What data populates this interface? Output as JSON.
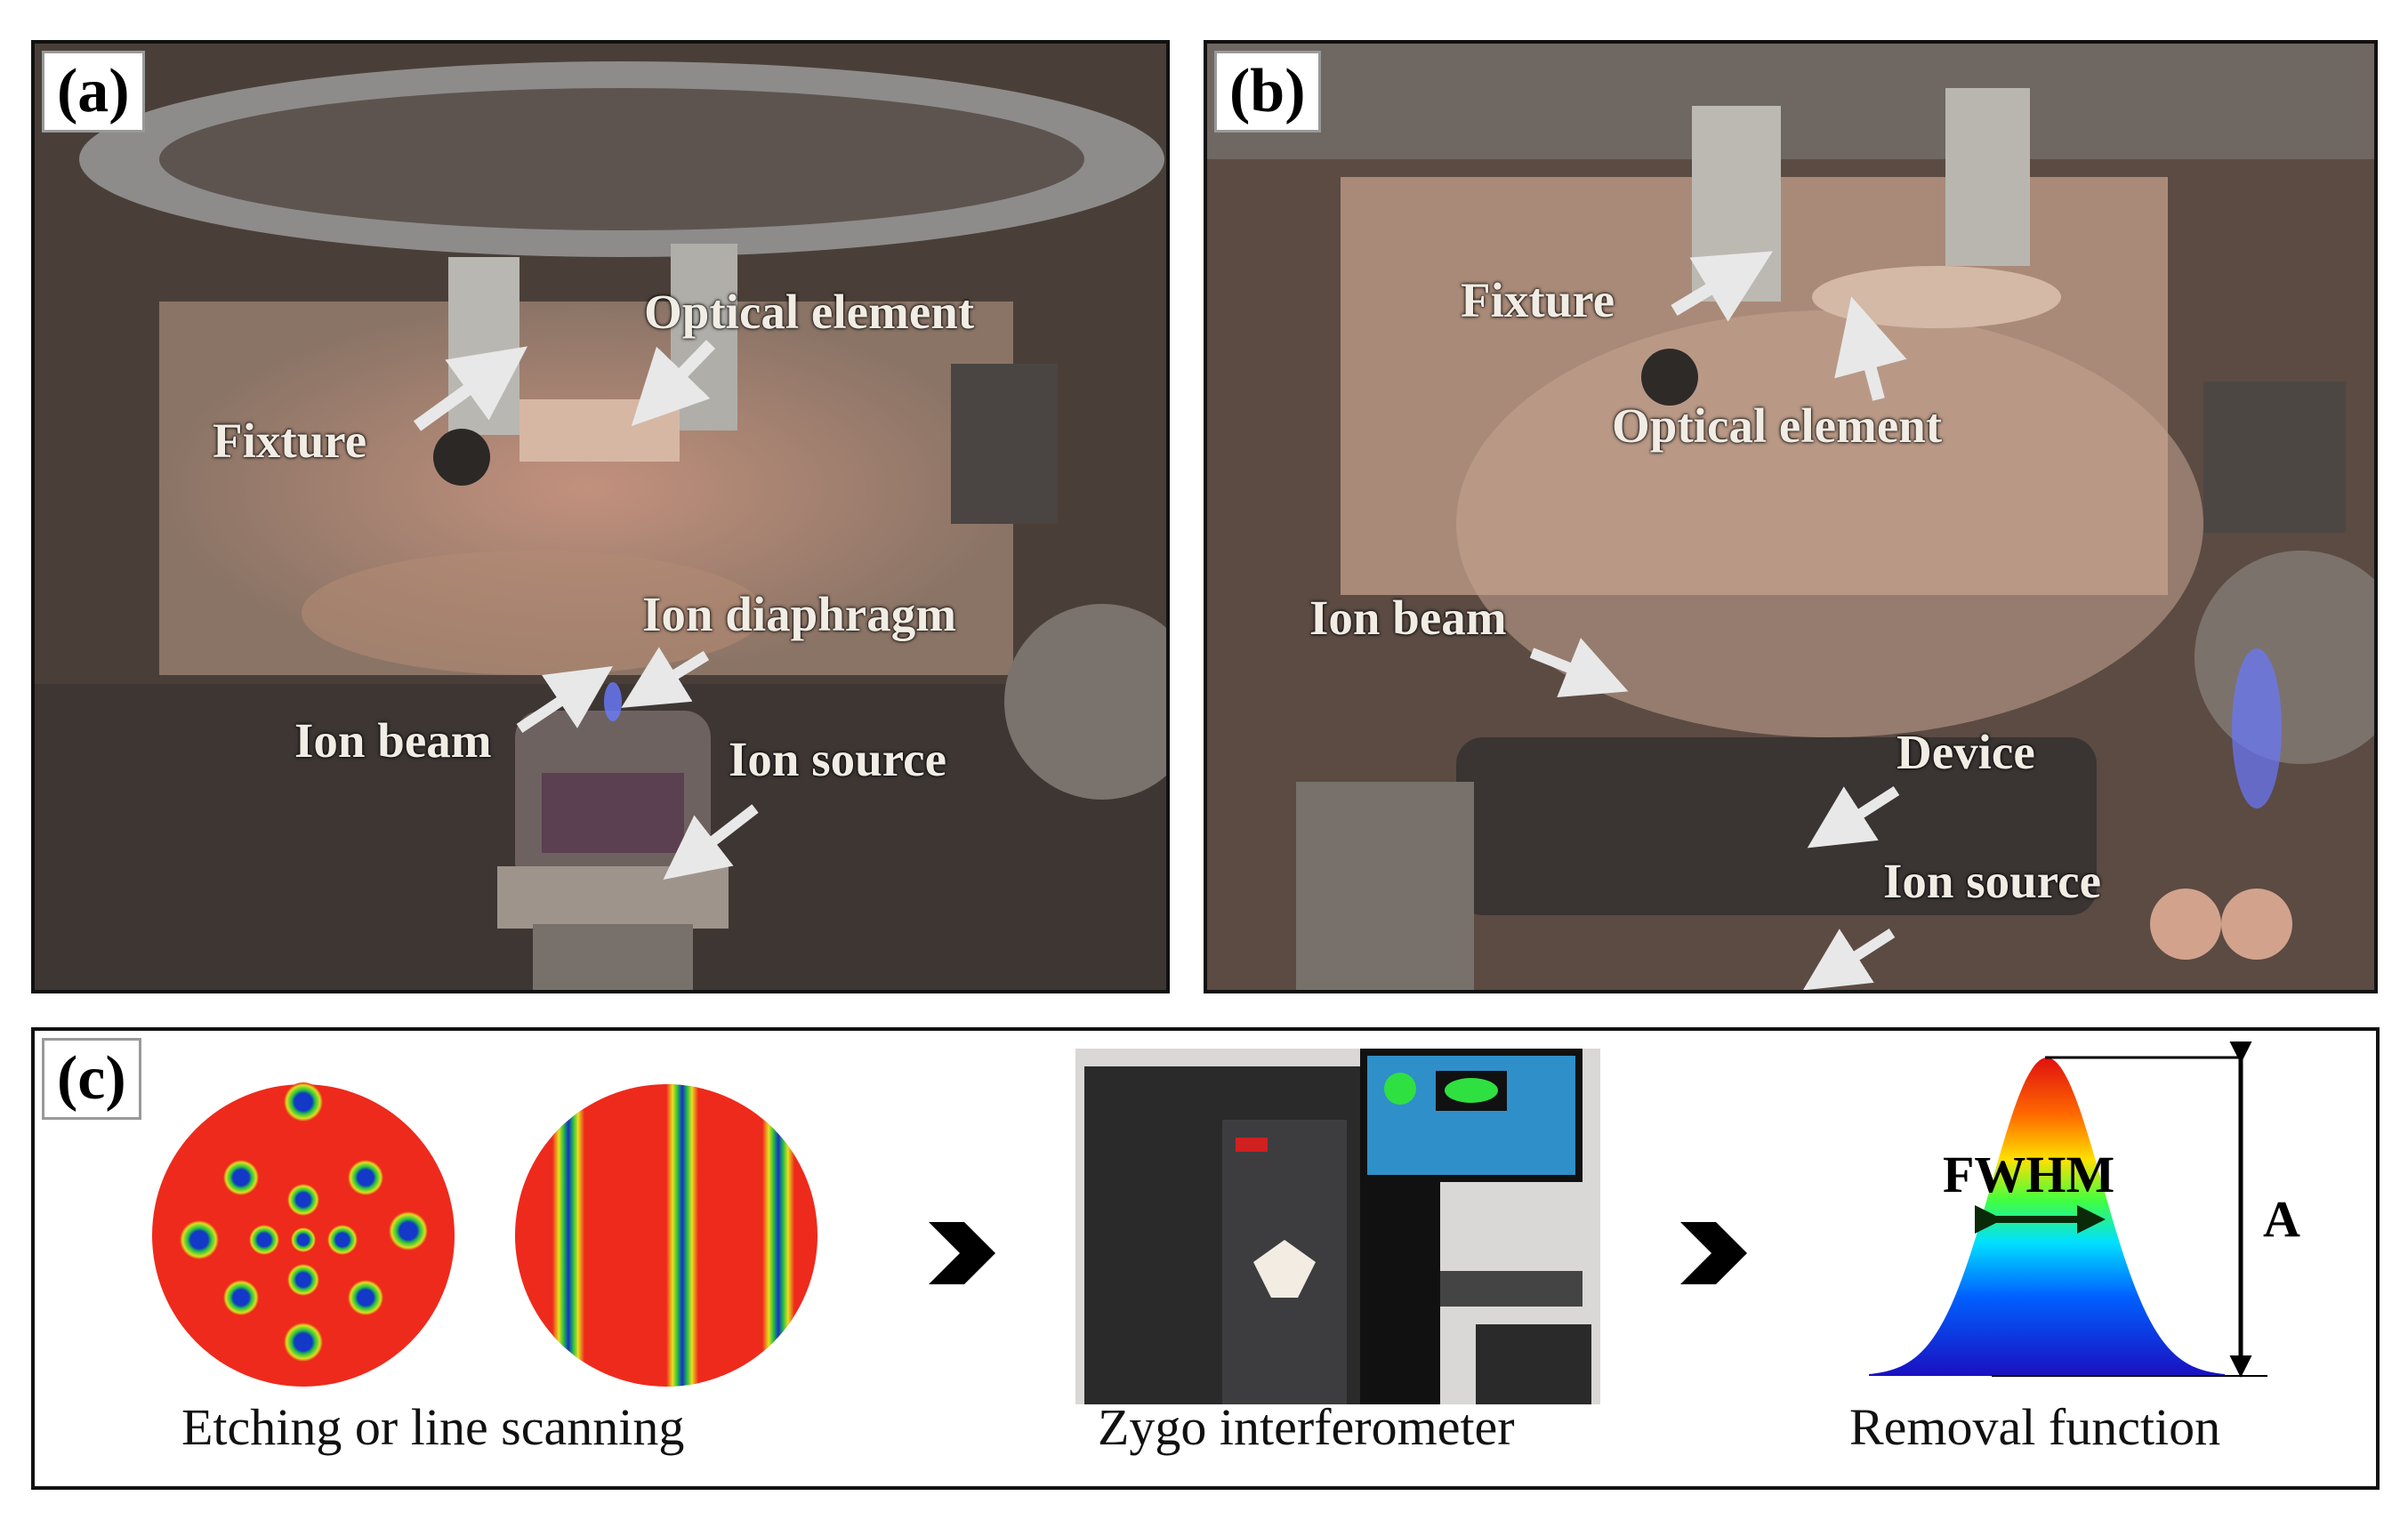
{
  "panel_a": {
    "tag": "(a)",
    "labels": {
      "fixture": "Fixture",
      "optical_element": "Optical element",
      "ion_diaphragm": "Ion diaphragm",
      "ion_beam": "Ion beam",
      "ion_source": "Ion source"
    }
  },
  "panel_b": {
    "tag": "(b)",
    "labels": {
      "fixture": "Fixture",
      "optical_element": "Optical element",
      "ion_beam": "Ion beam",
      "device": "Device",
      "ion_source": "Ion source"
    }
  },
  "panel_c": {
    "tag": "(c)",
    "step1_caption": "Etching or line scanning",
    "step2_caption": "Zygo interferometer",
    "step3_caption": "Removal function",
    "fwhm_label": "FWHM",
    "amplitude_label": "A"
  },
  "colors": {
    "map_red": "#ee2a1c",
    "map_blue": "#1630c8",
    "map_green": "#22c040",
    "arrow": "#e8e8e8"
  }
}
